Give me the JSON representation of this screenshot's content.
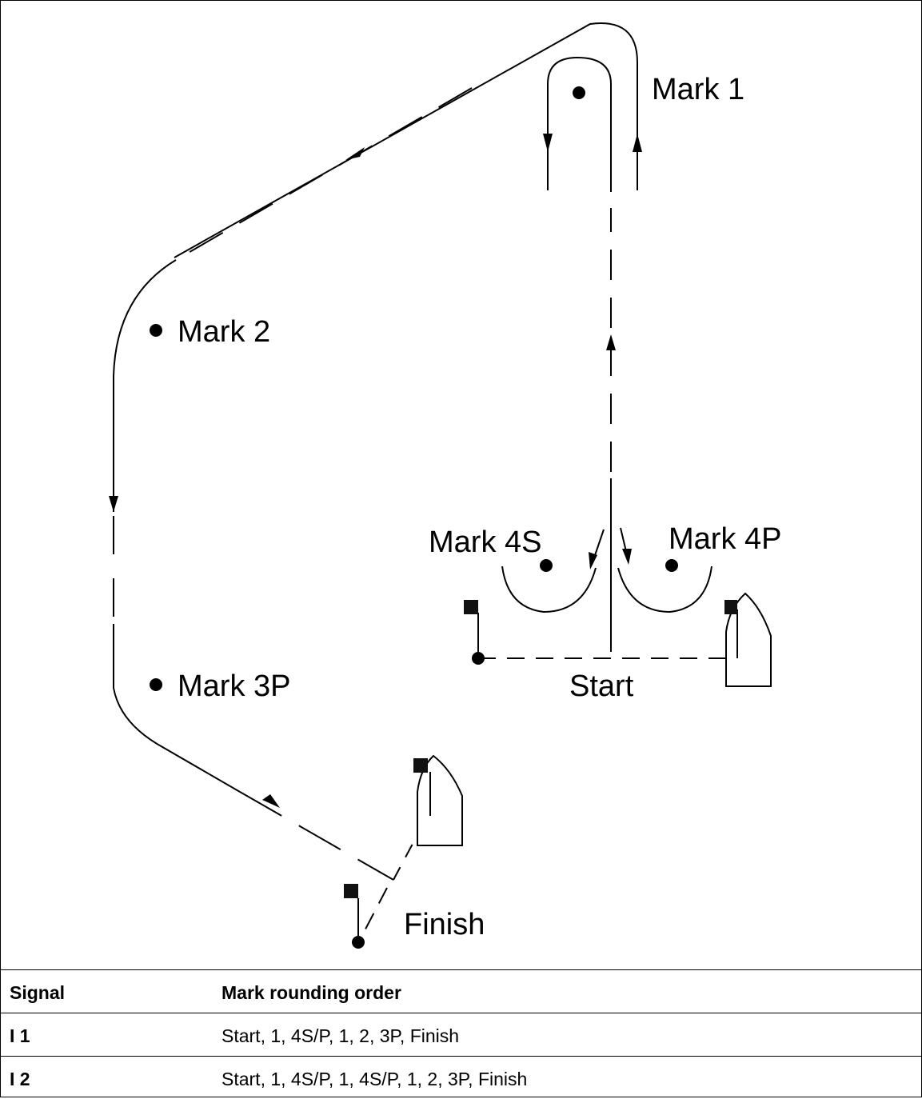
{
  "diagram": {
    "labels": {
      "mark1": "Mark 1",
      "mark2": "Mark 2",
      "mark3p": "Mark 3P",
      "mark4s": "Mark 4S",
      "mark4p": "Mark 4P",
      "start": "Start",
      "finish": "Finish"
    }
  },
  "table": {
    "headers": {
      "signal": "Signal",
      "order": "Mark rounding order"
    },
    "rows": [
      {
        "signal": "I 1",
        "order": "Start, 1, 4S/P, 1, 2, 3P, Finish"
      },
      {
        "signal": "I 2",
        "order": "Start, 1, 4S/P, 1, 4S/P, 1, 2, 3P, Finish"
      }
    ]
  }
}
